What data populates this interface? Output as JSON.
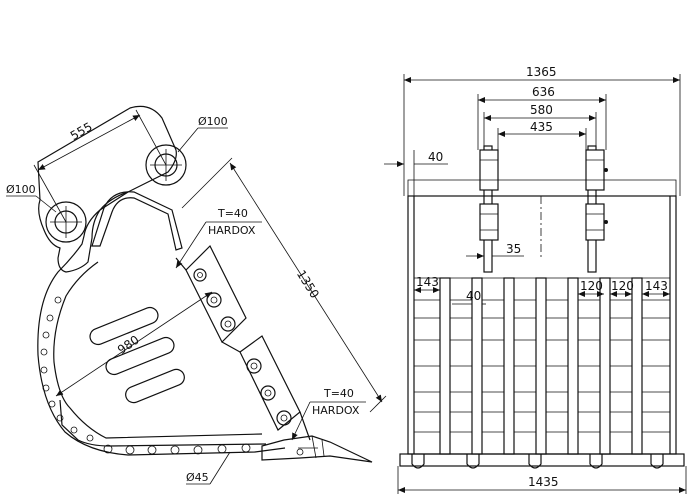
{
  "side_view": {
    "dim_555": "555",
    "dim_phi100_top": "Ø100",
    "dim_phi100_left": "Ø100",
    "dim_t40_top": "T=40",
    "hardox_top": "HARDOX",
    "dim_1350": "1350",
    "dim_980": "980",
    "dim_t40_bottom": "T=40",
    "hardox_bottom": "HARDOX",
    "dim_phi45": "Ø45"
  },
  "front_view": {
    "dim_1365": "1365",
    "dim_636": "636",
    "dim_580": "580",
    "dim_435": "435",
    "dim_40_left": "40",
    "dim_35": "35",
    "dim_143_left": "143",
    "dim_40_tine": "40",
    "dim_120_a": "120",
    "dim_120_b": "120",
    "dim_143_right": "143",
    "dim_1435": "1435"
  }
}
